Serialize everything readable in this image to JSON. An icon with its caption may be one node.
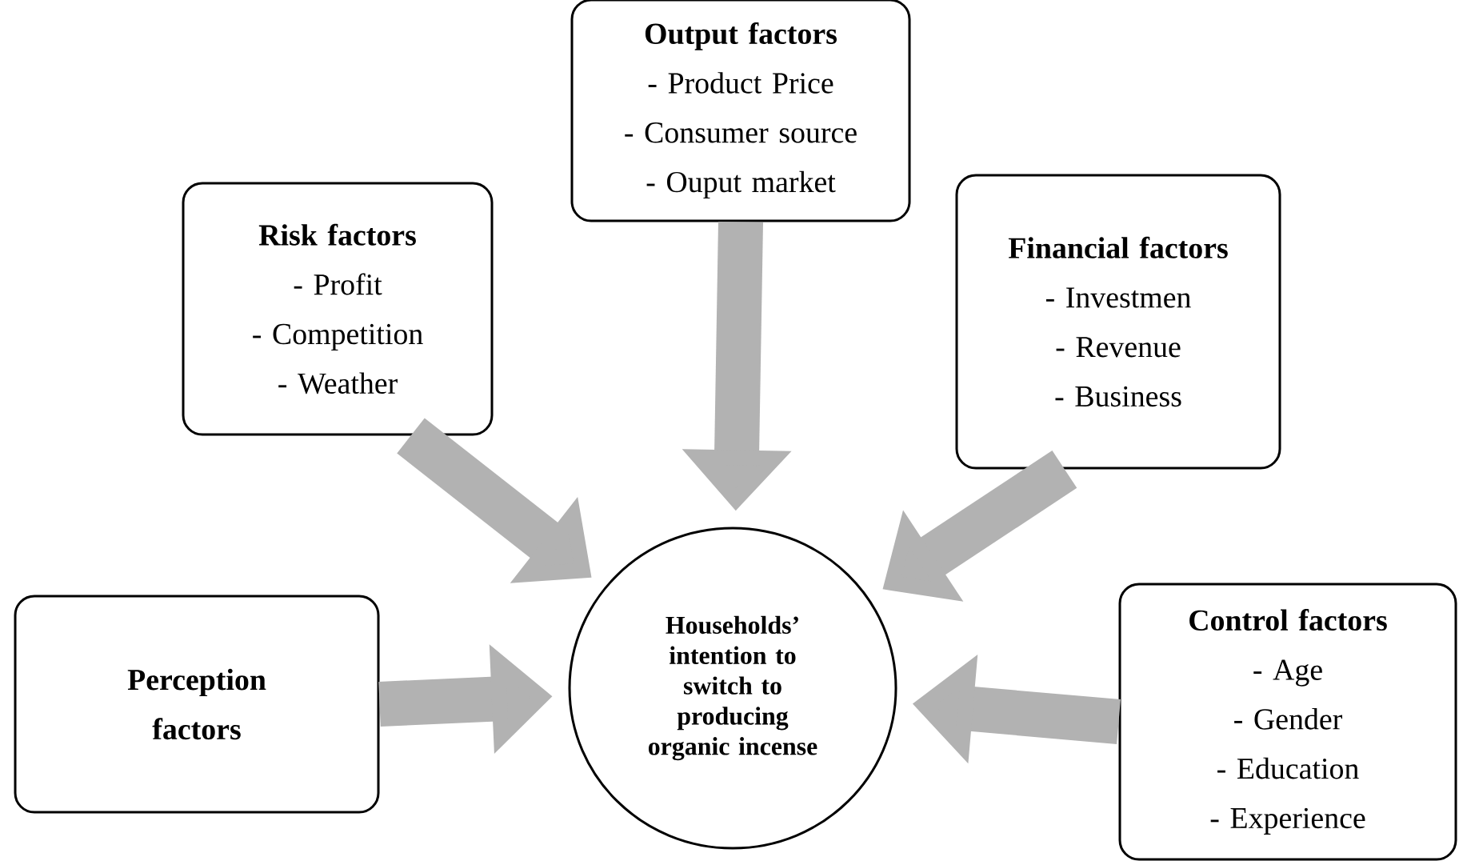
{
  "diagram": {
    "nodes": [
      {
        "text": [
          "Risk factors",
          "- Profit",
          "- Competition",
          "- Weather"
        ]
      },
      {
        "text": [
          "Output factors",
          "- Product Price",
          "- Consumer source",
          "- Ouput market"
        ]
      },
      {
        "text": [
          "Financial factors",
          "- Investmen",
          "- Revenue",
          "- Business"
        ]
      },
      {
        "text": [
          "Perception factors"
        ]
      },
      {
        "text": [
          "Households’ intention to switch to producing organic incense"
        ]
      },
      {
        "text": [
          "Control factors",
          "- Age",
          "- Gender",
          "- Education",
          "- Experience"
        ]
      }
    ],
    "edges": [
      {
        "from": 0,
        "to": 4,
        "arrow": "to"
      },
      {
        "from": 1,
        "to": 4,
        "arrow": "to"
      },
      {
        "from": 2,
        "to": 4,
        "arrow": "to"
      },
      {
        "from": 3,
        "to": 4,
        "arrow": "to"
      },
      {
        "from": 5,
        "to": 4,
        "arrow": "to"
      }
    ]
  }
}
